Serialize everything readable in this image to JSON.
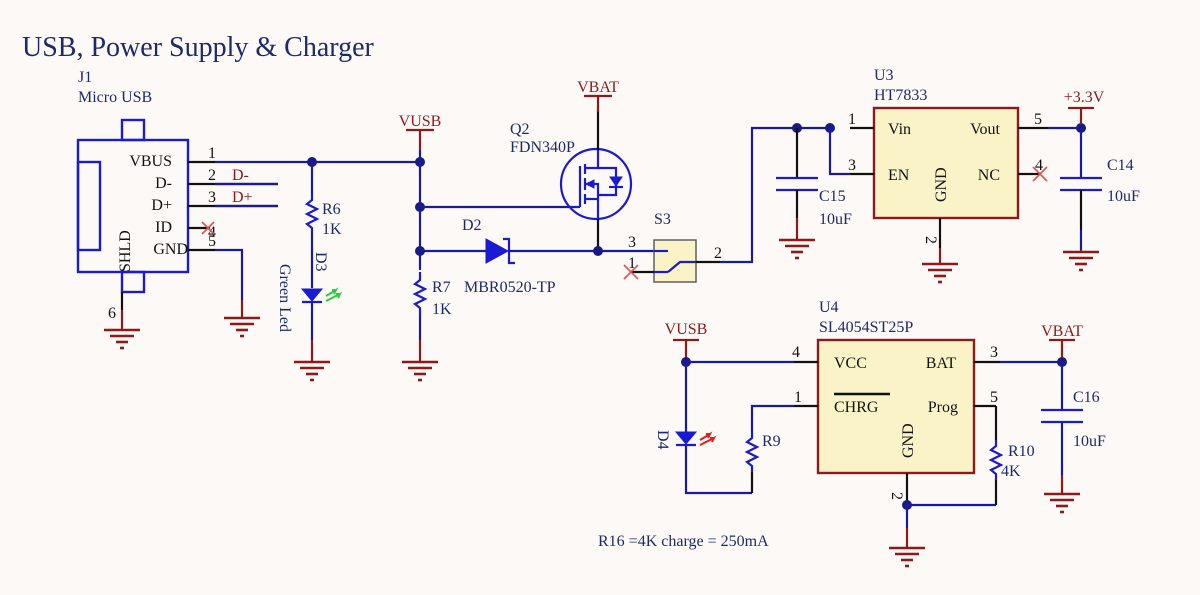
{
  "title": "USB, Power Supply & Charger",
  "note": "R16 =4K charge = 250mA",
  "colors": {
    "background": "#fdf9f6",
    "wire": "#1a1aa0",
    "power_net": "#8b1a1a",
    "ic_fill": "#fbf3c8",
    "component_blue": "#1a1ad0",
    "led_green": "#2ecc40",
    "led_red": "#e02020",
    "no_connect": "#e05050"
  },
  "power_ports": {
    "vusb_1": "VUSB",
    "vbat_1": "VBAT",
    "v33": "+3.3V",
    "vusb_2": "VUSB",
    "vbat_2": "VBAT"
  },
  "components": {
    "j1": {
      "designator": "J1",
      "value": "Micro USB",
      "pins": [
        {
          "num": "1",
          "name": "VBUS",
          "net": ""
        },
        {
          "num": "2",
          "name": "D-",
          "net": "D-"
        },
        {
          "num": "3",
          "name": "D+",
          "net": "D+"
        },
        {
          "num": "4",
          "name": "ID",
          "net": ""
        },
        {
          "num": "5",
          "name": "GND",
          "net": ""
        },
        {
          "num": "6",
          "name": "SHLD",
          "net": ""
        }
      ]
    },
    "r6": {
      "designator": "R6",
      "value": "1K"
    },
    "d3": {
      "designator": "D3",
      "value": "Green Led"
    },
    "r7": {
      "designator": "R7",
      "value": "1K"
    },
    "q2": {
      "designator": "Q2",
      "value": "FDN340P"
    },
    "d2": {
      "designator": "D2",
      "value": "MBR0520-TP"
    },
    "s3": {
      "designator": "S3",
      "pins": [
        "3",
        "1",
        "2"
      ]
    },
    "u3": {
      "designator": "U3",
      "value": "HT7833",
      "pins": [
        {
          "num": "1",
          "name": "Vin"
        },
        {
          "num": "3",
          "name": "EN"
        },
        {
          "num": "2",
          "name": "GND"
        },
        {
          "num": "5",
          "name": "Vout"
        },
        {
          "num": "4",
          "name": "NC"
        }
      ]
    },
    "c15": {
      "designator": "C15",
      "value": "10uF"
    },
    "c14": {
      "designator": "C14",
      "value": "10uF"
    },
    "u4": {
      "designator": "U4",
      "value": "SL4054ST25P",
      "pins": [
        {
          "num": "4",
          "name": "VCC"
        },
        {
          "num": "1",
          "name": "CHRG"
        },
        {
          "num": "2",
          "name": "GND"
        },
        {
          "num": "3",
          "name": "BAT"
        },
        {
          "num": "5",
          "name": "Prog"
        }
      ]
    },
    "d4": {
      "designator": "D4"
    },
    "r9": {
      "designator": "R9"
    },
    "r10": {
      "designator": "R10",
      "value": "4K"
    },
    "c16": {
      "designator": "C16",
      "value": "10uF"
    }
  }
}
